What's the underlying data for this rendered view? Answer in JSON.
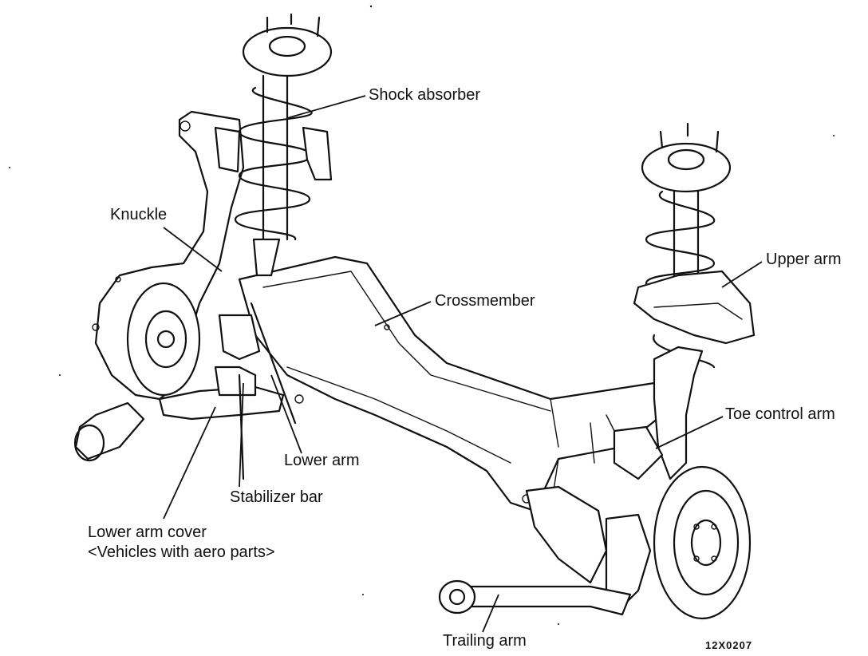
{
  "diagram": {
    "labels": {
      "shock_absorber": "Shock absorber",
      "knuckle": "Knuckle",
      "crossmember": "Crossmember",
      "upper_arm": "Upper arm",
      "toe_control_arm": "Toe control arm",
      "lower_arm": "Lower arm",
      "stabilizer_bar": "Stabilizer bar",
      "lower_arm_cover_line1": "Lower arm cover",
      "lower_arm_cover_line2": "<Vehicles with aero parts>",
      "trailing_arm": "Trailing arm"
    },
    "figure_code": "12X0207"
  },
  "colors": {
    "ink": "#111111",
    "paper": "#ffffff"
  }
}
